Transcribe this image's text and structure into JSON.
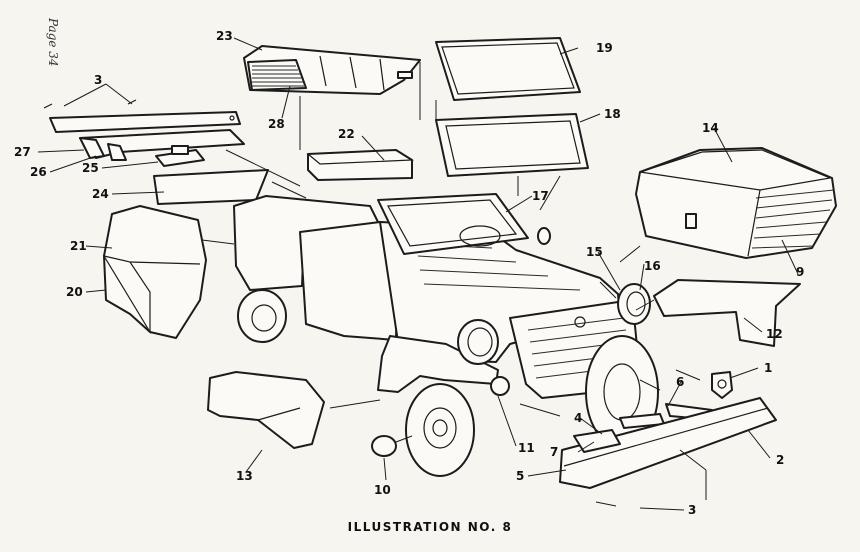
{
  "page_label": "Page 34",
  "caption": "ILLUSTRATION NO. 8",
  "callouts": {
    "c1": "1",
    "c2": "2",
    "c3a": "3",
    "c3b": "3",
    "c4": "4",
    "c5": "5",
    "c6": "6",
    "c7": "7",
    "c9": "9",
    "c10": "10",
    "c11": "11",
    "c12": "12",
    "c13": "13",
    "c14": "14",
    "c15": "15",
    "c16": "16",
    "c17": "17",
    "c18": "18",
    "c19": "19",
    "c20": "20",
    "c21": "21",
    "c22": "22",
    "c23": "23",
    "c24": "24",
    "c25": "25",
    "c26": "26",
    "c27": "27",
    "c28": "28"
  }
}
